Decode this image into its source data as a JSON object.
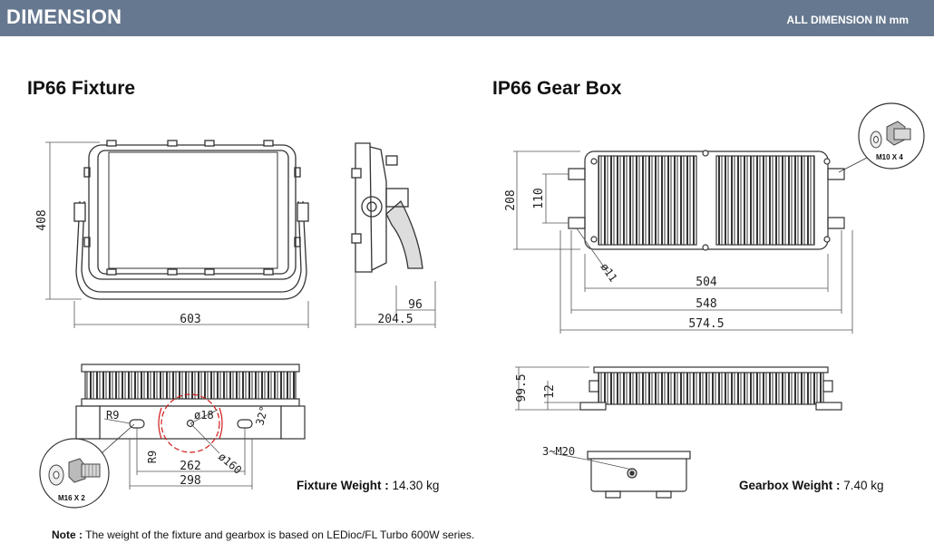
{
  "header": {
    "title": "DIMENSION",
    "note": "ALL DIMENSION IN mm"
  },
  "fixture": {
    "title": "IP66 Fixture",
    "dims": {
      "height": "408",
      "width": "603",
      "depth": "204.5",
      "bracket": "96",
      "slot_r1": "R9",
      "slot_r2": "R9",
      "hole_d": "ø18",
      "circle_d": "ø160",
      "angle": "32°",
      "span_inner": "262",
      "span_outer": "298"
    },
    "bolt_callout": "M16 X 2",
    "weight_label": "Fixture Weight :",
    "weight_value": "14.30 kg"
  },
  "gearbox": {
    "title": "IP66 Gear Box",
    "dims": {
      "height": "208",
      "mount": "110",
      "hole_d": "ø11",
      "w1": "504",
      "w2": "548",
      "w3": "574.5",
      "side_h": "99.5",
      "side_small": "12",
      "gland": "3~M20"
    },
    "bolt_callout": "M10 X 4",
    "weight_label": "Gearbox Weight :",
    "weight_value": "7.40 kg"
  },
  "note": {
    "label": "Note :",
    "text": "The weight of the fixture and gearbox is based on LEDioc/FL Turbo 600W series."
  },
  "colors": {
    "header_bg": "#66788f",
    "line": "#333333",
    "accent_red": "#d11a1a"
  }
}
